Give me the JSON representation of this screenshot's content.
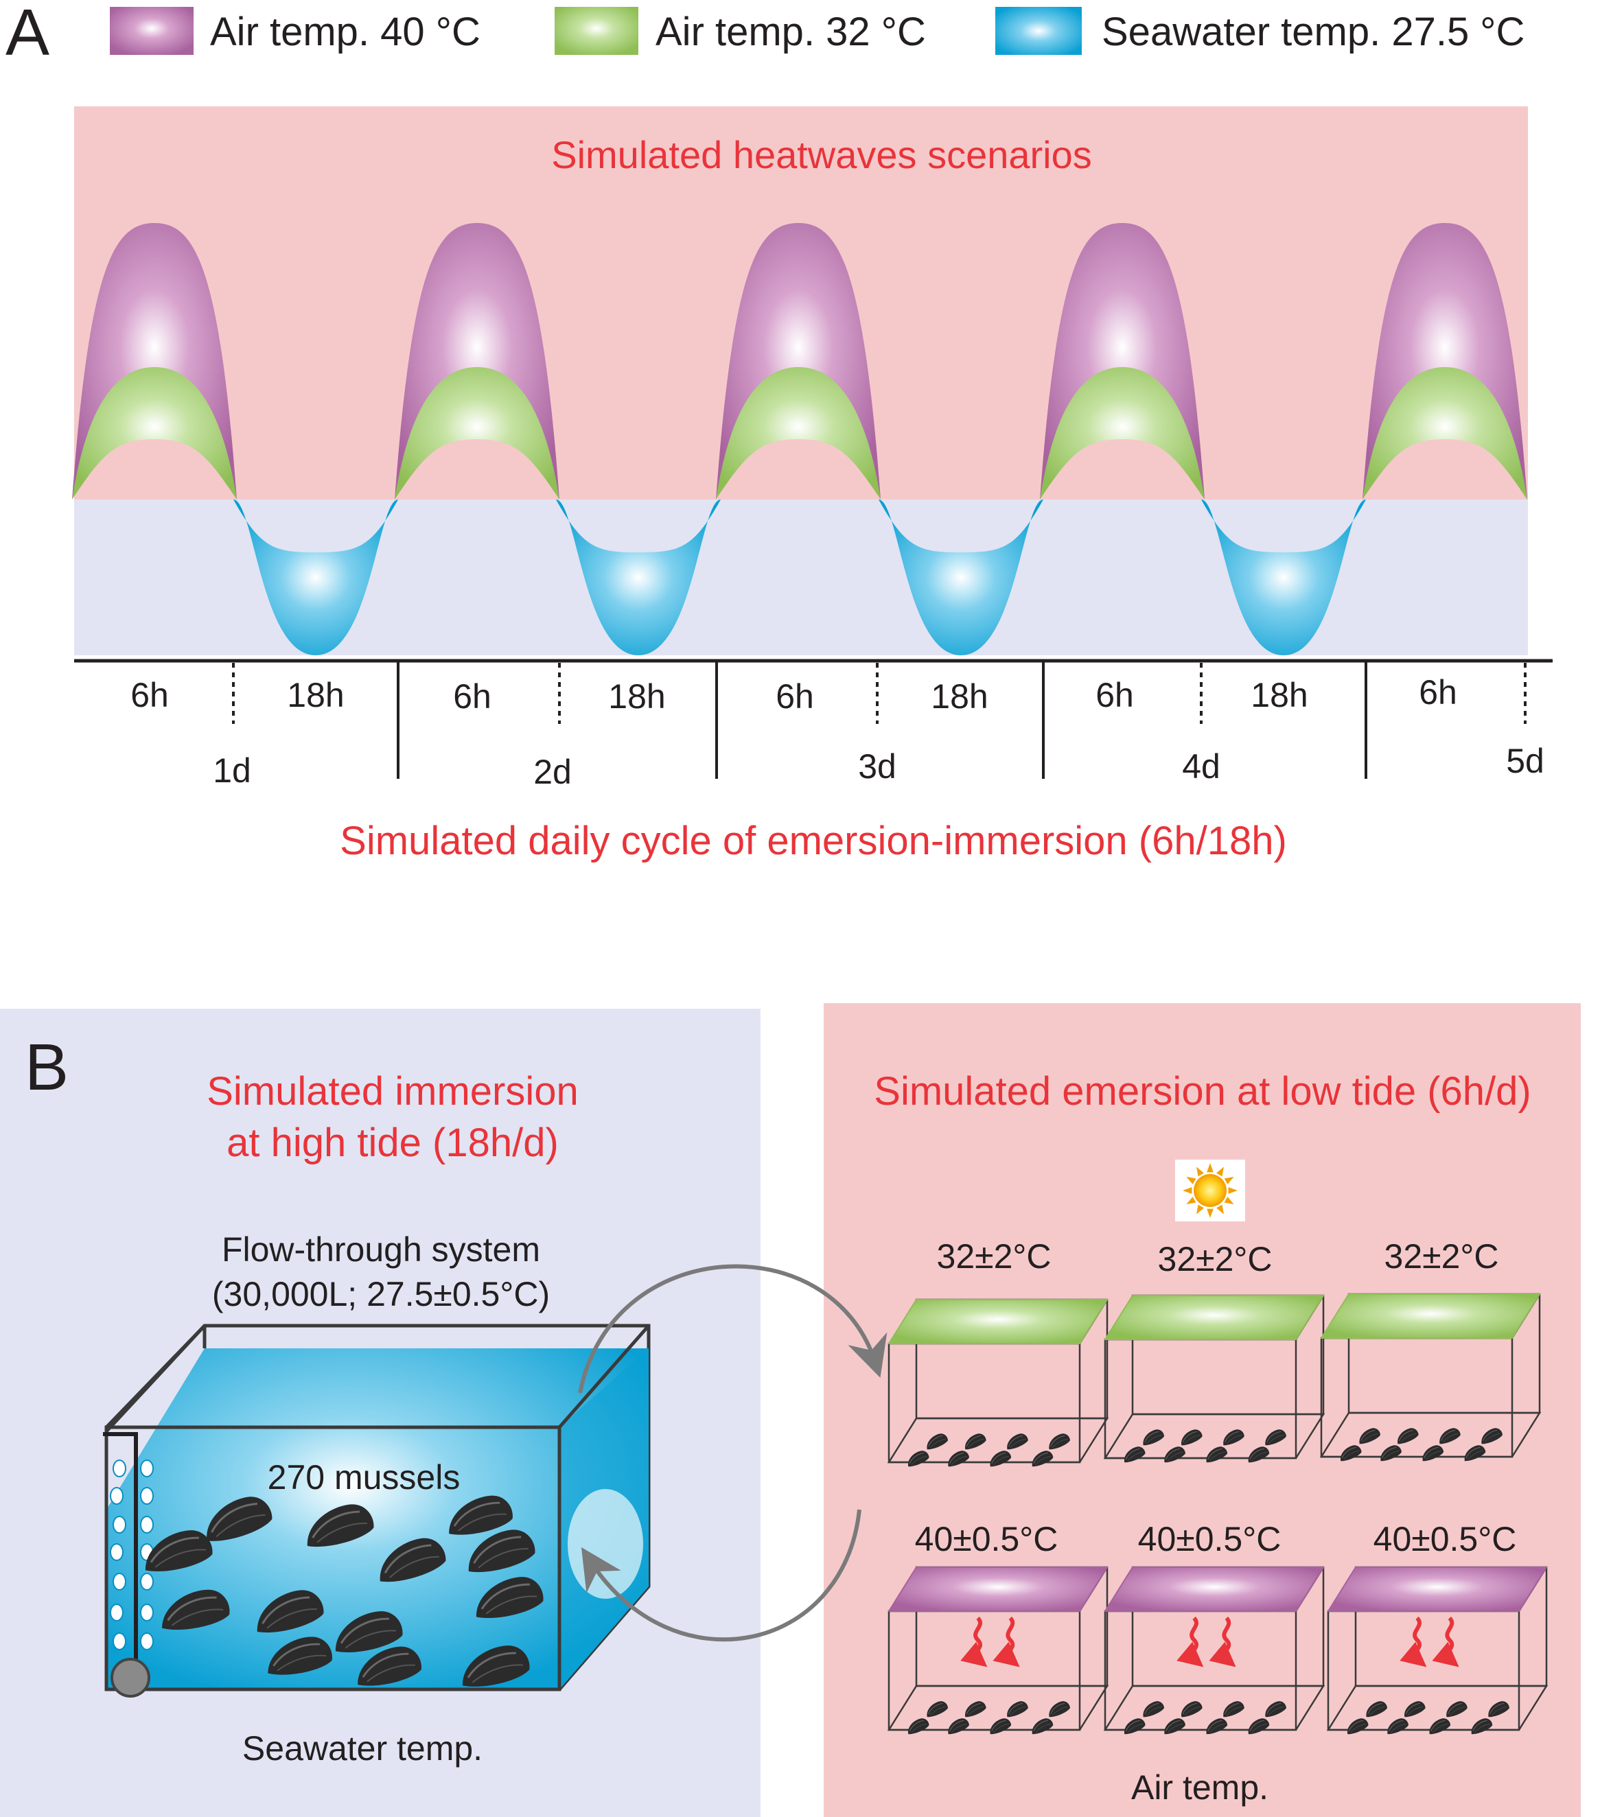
{
  "panel_a": {
    "letter": "A",
    "legend": [
      {
        "label": "Air temp. 40 °C",
        "color": "#a8629e"
      },
      {
        "label": "Air temp. 32 °C",
        "color": "#8fbe55"
      },
      {
        "label": "Seawater temp. 27.5 °C",
        "color": "#0aa0d4"
      }
    ],
    "heatwave_title": "Simulated heatwaves scenarios",
    "hour_labels": [
      "6h",
      "18h",
      "6h",
      "18h",
      "6h",
      "18h",
      "6h",
      "18h",
      "6h"
    ],
    "day_labels": [
      "1d",
      "2d",
      "3d",
      "4d",
      "5d"
    ],
    "cycle_title": "Simulated daily cycle of emersion-immersion (6h/18h)",
    "colors": {
      "air_bg": "#f5c9ca",
      "water_bg": "#e2e4f3",
      "title": "#e8343a"
    }
  },
  "panel_b": {
    "letter": "B",
    "immersion_title": [
      "Simulated immersion",
      "at high tide (18h/d)"
    ],
    "system_label": [
      "Flow-through system",
      "(30,000L; 27.5±0.5°C)"
    ],
    "mussel_count": "270 mussels",
    "seawater_label": "Seawater temp.",
    "emersion_title": "Simulated emersion at low tide (6h/d)",
    "air_label": "Air temp.",
    "box_temps_32": [
      "32±2°C",
      "32±2°C",
      "32±2°C"
    ],
    "box_temps_40": [
      "40±0.5°C",
      "40±0.5°C",
      "40±0.5°C"
    ],
    "colors": {
      "immersion_bg": "#e2e4f3",
      "emersion_bg": "#f5c9ca",
      "tank": "#0aa0d4",
      "arrow": "#e8343a"
    }
  }
}
